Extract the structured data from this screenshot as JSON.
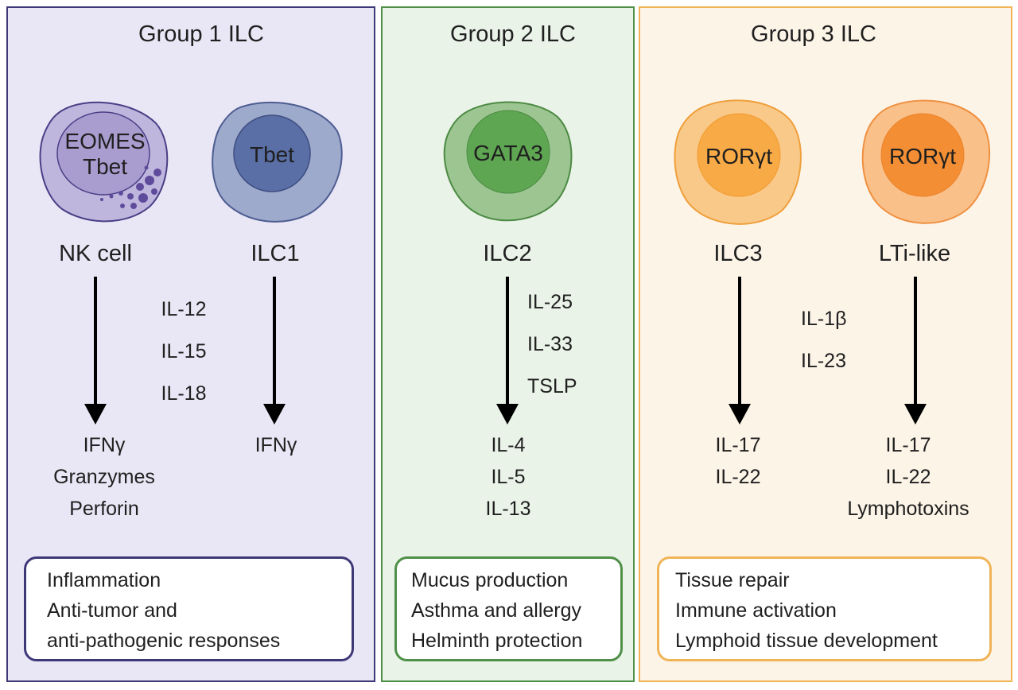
{
  "groups": [
    {
      "title": "Group 1 ILC",
      "cells": [
        {
          "name": "NK cell",
          "nucleus_lines": [
            "EOMES",
            "Tbet"
          ],
          "cytokines_out": [
            "IFNγ",
            "Granzymes",
            "Perforin"
          ]
        },
        {
          "name": "ILC1",
          "nucleus_lines": [
            "Tbet"
          ],
          "cytokines_out": [
            "IFNγ"
          ]
        }
      ],
      "inducing_cytokines": [
        "IL-12",
        "IL-15",
        "IL-18"
      ],
      "functions": [
        "Inflammation",
        "Anti-tumor and",
        "anti-pathogenic responses"
      ]
    },
    {
      "title": "Group 2 ILC",
      "cells": [
        {
          "name": "ILC2",
          "nucleus_lines": [
            "GATA3"
          ],
          "cytokines_out": [
            "IL-4",
            "IL-5",
            "IL-13"
          ]
        }
      ],
      "inducing_cytokines": [
        "IL-25",
        "IL-33",
        "TSLP"
      ],
      "functions": [
        "Mucus production",
        "Asthma and allergy",
        "Helminth protection"
      ]
    },
    {
      "title": "Group 3 ILC",
      "cells": [
        {
          "name": "ILC3",
          "nucleus_lines": [
            "RORγt"
          ],
          "cytokines_out": [
            "IL-17",
            "IL-22"
          ]
        },
        {
          "name": "LTi-like",
          "nucleus_lines": [
            "RORγt"
          ],
          "cytokines_out": [
            "IL-17",
            "IL-22",
            "Lymphotoxins"
          ]
        }
      ],
      "inducing_cytokines": [
        "IL-1β",
        "IL-23"
      ],
      "functions": [
        "Tissue repair",
        "Immune activation",
        "Lymphoid tissue development"
      ]
    }
  ],
  "colors": {
    "group1_border": "#3e3878",
    "group1_bg": "#e9e7f5",
    "group2_border": "#4f8f47",
    "group2_bg": "#e9f3e8",
    "group3_border": "#f0b457",
    "group3_bg": "#fdf4e8"
  }
}
